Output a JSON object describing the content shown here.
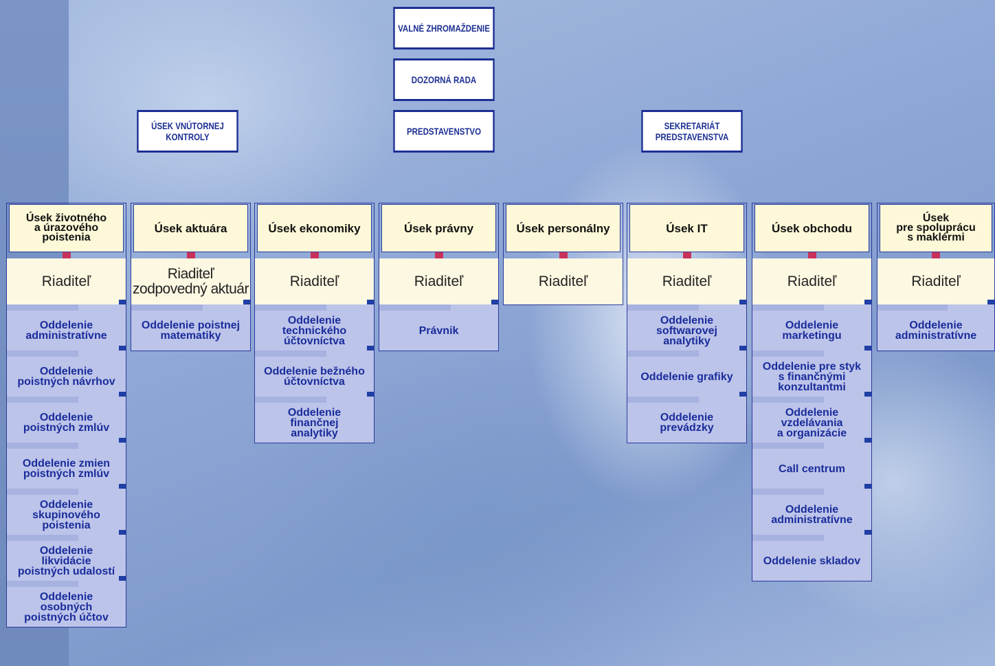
{
  "top": {
    "valne": "VALNÉ ZHROMAŽDENIE",
    "dozorna": "DOZORNÁ RADA",
    "predstavenstvo": "PREDSTAVENSTVO",
    "vnutorna_1": "ÚSEK VNÚTORNEJ",
    "vnutorna_2": "KONTROLY",
    "sekretariat_1": "SEKRETARIÁT",
    "sekretariat_2": "PREDSTAVENSTVA"
  },
  "columns": [
    {
      "head": [
        "Úsek životného",
        "a úrazového",
        "poistenia"
      ],
      "director": [
        "Riaditeľ"
      ],
      "depts": [
        [
          "Oddelenie",
          "administratívne"
        ],
        [
          "Oddelenie",
          "poistných návrhov"
        ],
        [
          "Oddelenie",
          "poistných zmlúv"
        ],
        [
          "Oddelenie zmien",
          "poistných zmlúv"
        ],
        [
          "Oddelenie",
          "skupinového",
          "poistenia"
        ],
        [
          "Oddelenie",
          "likvidácie",
          "poistných udalostí"
        ],
        [
          "Oddelenie",
          "osobných",
          "poistných účtov"
        ]
      ]
    },
    {
      "head": [
        "Úsek aktuára"
      ],
      "director": [
        "Riaditeľ",
        "zodpovedný aktuár"
      ],
      "depts": [
        [
          "Oddelenie poistnej",
          "matematiky"
        ]
      ]
    },
    {
      "head": [
        "Úsek ekonomiky"
      ],
      "director": [
        "Riaditeľ"
      ],
      "depts": [
        [
          "Oddelenie",
          "technického",
          "účtovníctva"
        ],
        [
          "Oddelenie bežného",
          "účtovníctva"
        ],
        [
          "Oddelenie",
          "finančnej",
          "analytiky"
        ]
      ]
    },
    {
      "head": [
        "Úsek právny"
      ],
      "director": [
        "Riaditeľ"
      ],
      "depts": [
        [
          "Právnik"
        ]
      ]
    },
    {
      "head": [
        "Úsek personálny"
      ],
      "director": [
        "Riaditeľ"
      ],
      "depts": []
    },
    {
      "head": [
        "Úsek IT"
      ],
      "director": [
        "Riaditeľ"
      ],
      "depts": [
        [
          "Oddelenie",
          "softwarovej",
          "analytiky"
        ],
        [
          "Oddelenie grafiky"
        ],
        [
          "Oddelenie",
          "prevádzky"
        ]
      ]
    },
    {
      "head": [
        "Úsek obchodu"
      ],
      "director": [
        "Riaditeľ"
      ],
      "depts": [
        [
          "Oddelenie",
          "marketingu"
        ],
        [
          "Oddelenie pre styk",
          "s finančnými",
          "konzultantmi"
        ],
        [
          "Oddelenie",
          "vzdelávania",
          "a organizácie"
        ],
        [
          "Call centrum"
        ],
        [
          "Oddelenie",
          "administratívne"
        ],
        [
          "Oddelenie skladov"
        ]
      ]
    },
    {
      "head": [
        "Úsek",
        "pre spoluprácu",
        "s maklérmi"
      ],
      "director": [
        "Riaditeľ"
      ],
      "depts": [
        [
          "Oddelenie",
          "administratívne"
        ]
      ]
    }
  ]
}
